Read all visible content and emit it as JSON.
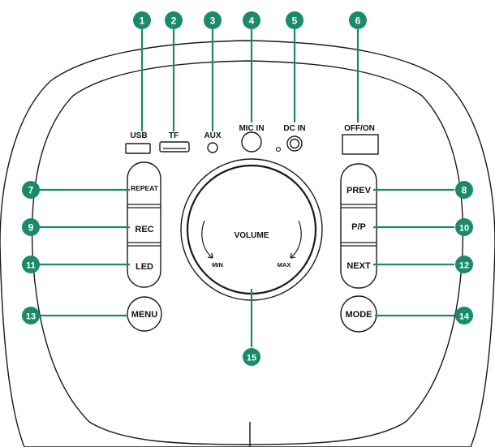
{
  "colors": {
    "badge": "#1a8a6a",
    "outline": "#1a1a1a",
    "background": "#ffffff"
  },
  "ports": {
    "usb": "USB",
    "tf": "TF",
    "aux": "AUX",
    "mic_in": "MIC IN",
    "dc_in": "DC IN",
    "power": "OFF/ON"
  },
  "buttons": {
    "repeat": "REPEAT",
    "rec": "REC",
    "led": "LED",
    "menu": "MENU",
    "prev": "PREV",
    "play_pause": "P/P",
    "next": "NEXT",
    "mode": "MODE"
  },
  "volume": {
    "label": "VOLUME",
    "min": "MIN",
    "max": "MAX"
  },
  "callouts": {
    "c1": "1",
    "c2": "2",
    "c3": "3",
    "c4": "4",
    "c5": "5",
    "c6": "6",
    "c7": "7",
    "c8": "8",
    "c9": "9",
    "c10": "10",
    "c11": "11",
    "c12": "12",
    "c13": "13",
    "c14": "14",
    "c15": "15"
  }
}
